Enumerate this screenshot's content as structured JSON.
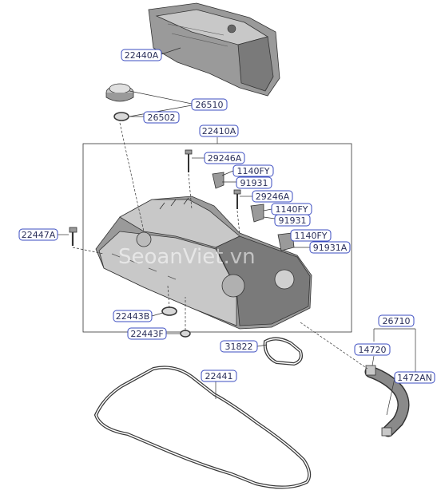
{
  "diagram": {
    "watermark": "SeoanViet.vn",
    "callouts": [
      {
        "id": "c1",
        "text": "22440A"
      },
      {
        "id": "c2",
        "text": "26510"
      },
      {
        "id": "c3",
        "text": "26502"
      },
      {
        "id": "c4",
        "text": "22410A"
      },
      {
        "id": "c5",
        "text": "29246A"
      },
      {
        "id": "c6",
        "text": "1140FY"
      },
      {
        "id": "c7",
        "text": "91931"
      },
      {
        "id": "c8",
        "text": "29246A"
      },
      {
        "id": "c9",
        "text": "1140FY"
      },
      {
        "id": "c10",
        "text": "91931"
      },
      {
        "id": "c11",
        "text": "22447A"
      },
      {
        "id": "c12",
        "text": "1140FY"
      },
      {
        "id": "c13",
        "text": "91931A"
      },
      {
        "id": "c14",
        "text": "22443B"
      },
      {
        "id": "c15",
        "text": "22443F"
      },
      {
        "id": "c16",
        "text": "31822"
      },
      {
        "id": "c17",
        "text": "26710"
      },
      {
        "id": "c18",
        "text": "14720"
      },
      {
        "id": "c19",
        "text": "1472AN"
      },
      {
        "id": "c20",
        "text": "22441"
      }
    ]
  }
}
